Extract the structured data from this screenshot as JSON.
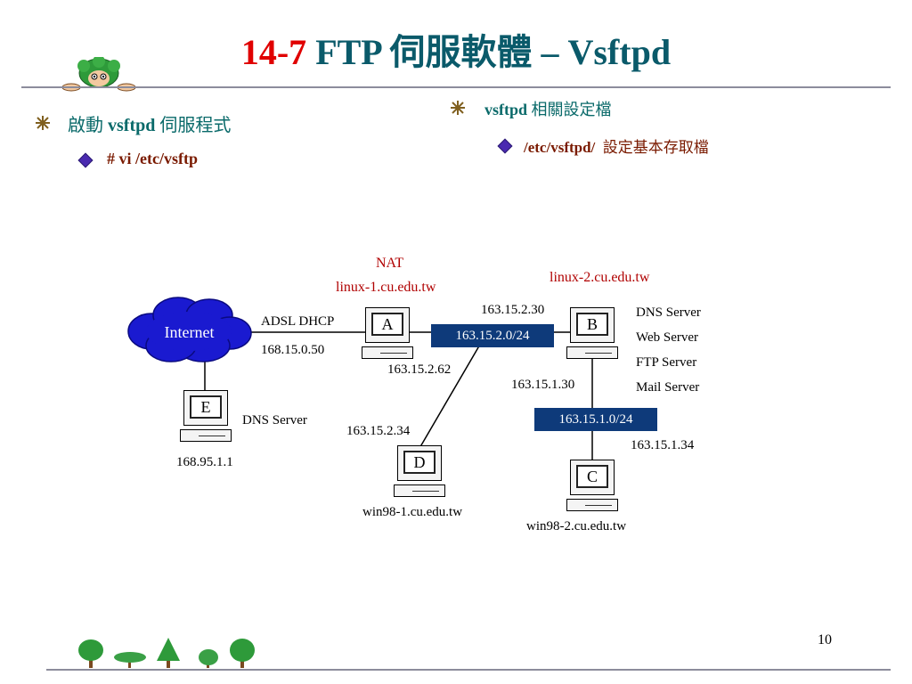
{
  "slide": {
    "title_num": "14-7",
    "title_rest": " FTP 伺服軟體 – Vsftpd",
    "page_number": "10"
  },
  "left": {
    "item1_cn": "啟動",
    "item1_en": " vsftpd ",
    "item1_cn2": "伺服程式",
    "sub1": "# vi /etc/vsftp"
  },
  "right": {
    "item1_en": "vsftpd ",
    "item1_cn": "相關設定檔",
    "sub1_en": "/etc/vsftpd/",
    "sub1_cn": "  設定基本存取檔"
  },
  "diagram": {
    "internet": "Internet",
    "adsl": "ADSL DHCP",
    "adsl_ip": "168.15.0.50",
    "nat": "NAT",
    "host_a_name": "linux-1.cu.edu.tw",
    "host_b_name": "linux-2.cu.edu.tw",
    "pc_a": "A",
    "pc_b": "B",
    "pc_c": "C",
    "pc_d": "D",
    "pc_e": "E",
    "net1": "163.15.2.0/24",
    "net2": "163.15.1.0/24",
    "ip_b_net1": "163.15.2.30",
    "ip_a_net1": "163.15.2.62",
    "ip_d": "163.15.2.34",
    "ip_b_net2": "163.15.1.30",
    "ip_c": "163.15.1.34",
    "b_services": [
      "DNS Server",
      "Web Server",
      "FTP Server",
      "Mail Server"
    ],
    "e_role": "DNS Server",
    "e_ip": "168.95.1.1",
    "d_name": "win98-1.cu.edu.tw",
    "c_name": "win98-2.cu.edu.tw"
  },
  "colors": {
    "title_num": "#e00000",
    "title": "#0a5a6a",
    "network_box": "#0e3a7a",
    "internet_cloud": "#1a1ad0",
    "label_red": "#b00000"
  }
}
